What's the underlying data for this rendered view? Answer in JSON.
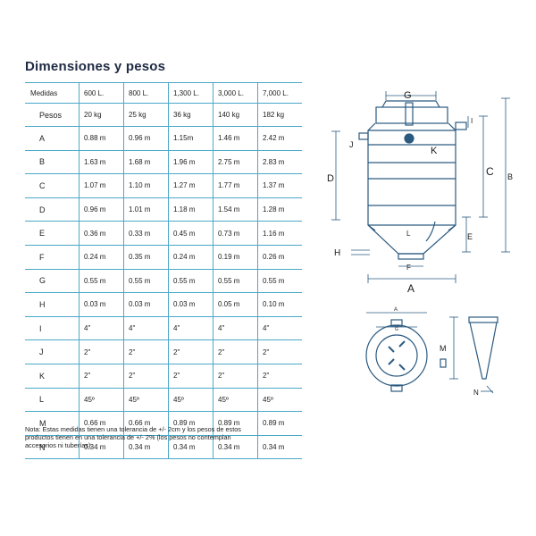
{
  "title": "Dimensiones y pesos",
  "table": {
    "header": {
      "label": "Medidas",
      "capacities": [
        "600 L.",
        "800 L.",
        "1,300 L.",
        "3,000 L.",
        "7,000 L."
      ]
    },
    "rows": [
      {
        "label": "Pesos",
        "values": [
          "20 kg",
          "25 kg",
          "36 kg",
          "140 kg",
          "182 kg"
        ]
      },
      {
        "label": "A",
        "values": [
          "0.88 m",
          "0.96 m",
          "1.15m",
          "1.46 m",
          "2.42 m"
        ]
      },
      {
        "label": "B",
        "values": [
          "1.63 m",
          "1.68 m",
          "1.96 m",
          "2.75 m",
          "2.83 m"
        ]
      },
      {
        "label": "C",
        "values": [
          "1.07 m",
          "1.10 m",
          "1.27 m",
          "1.77 m",
          "1.37 m"
        ]
      },
      {
        "label": "D",
        "values": [
          "0.96 m",
          "1.01 m",
          "1.18 m",
          "1.54 m",
          "1.28 m"
        ]
      },
      {
        "label": "E",
        "values": [
          "0.36 m",
          "0.33 m",
          "0.45 m",
          "0.73 m",
          "1.16 m"
        ]
      },
      {
        "label": "F",
        "values": [
          "0.24 m",
          "0.35 m",
          "0.24 m",
          "0.19 m",
          "0.26 m"
        ]
      },
      {
        "label": "G",
        "values": [
          "0.55 m",
          "0.55 m",
          "0.55 m",
          "0.55 m",
          "0.55 m"
        ]
      },
      {
        "label": "H",
        "values": [
          "0.03 m",
          "0.03 m",
          "0.03 m",
          "0.05 m",
          "0.10 m"
        ]
      },
      {
        "label": "I",
        "values": [
          "4\"",
          "4\"",
          "4\"",
          "4\"",
          "4\""
        ]
      },
      {
        "label": "J",
        "values": [
          "2\"",
          "2\"",
          "2\"",
          "2\"",
          "2\""
        ]
      },
      {
        "label": "K",
        "values": [
          "2\"",
          "2\"",
          "2\"",
          "2\"",
          "2\""
        ]
      },
      {
        "label": "L",
        "values": [
          "45º",
          "45º",
          "45º",
          "45º",
          "45º"
        ]
      },
      {
        "label": "M",
        "values": [
          "0.66 m",
          "0.66 m",
          "0.89 m",
          "0.89 m",
          "0.89 m"
        ]
      },
      {
        "label": "N",
        "values": [
          "0.34 m",
          "0.34 m",
          "0.34 m",
          "0.34 m",
          "0.34 m"
        ]
      }
    ]
  },
  "note": "Nota: Estas medidas tienen una tolerancia de +/- 2cm y los pesos de estos productos tienen en una tolerancia de +/- 2% (los pesos no contemplan accesorios ni tuberías).",
  "drawing": {
    "labels": {
      "A": "A",
      "B": "B",
      "C": "C",
      "D": "D",
      "E": "E",
      "F": "F",
      "G": "G",
      "H": "H",
      "I": "I",
      "J": "J",
      "K": "K",
      "L": "L",
      "M": "M",
      "N": "N"
    },
    "top_view_labels": {
      "A": "A",
      "G": "G"
    },
    "line_color": "#2b5a80"
  }
}
